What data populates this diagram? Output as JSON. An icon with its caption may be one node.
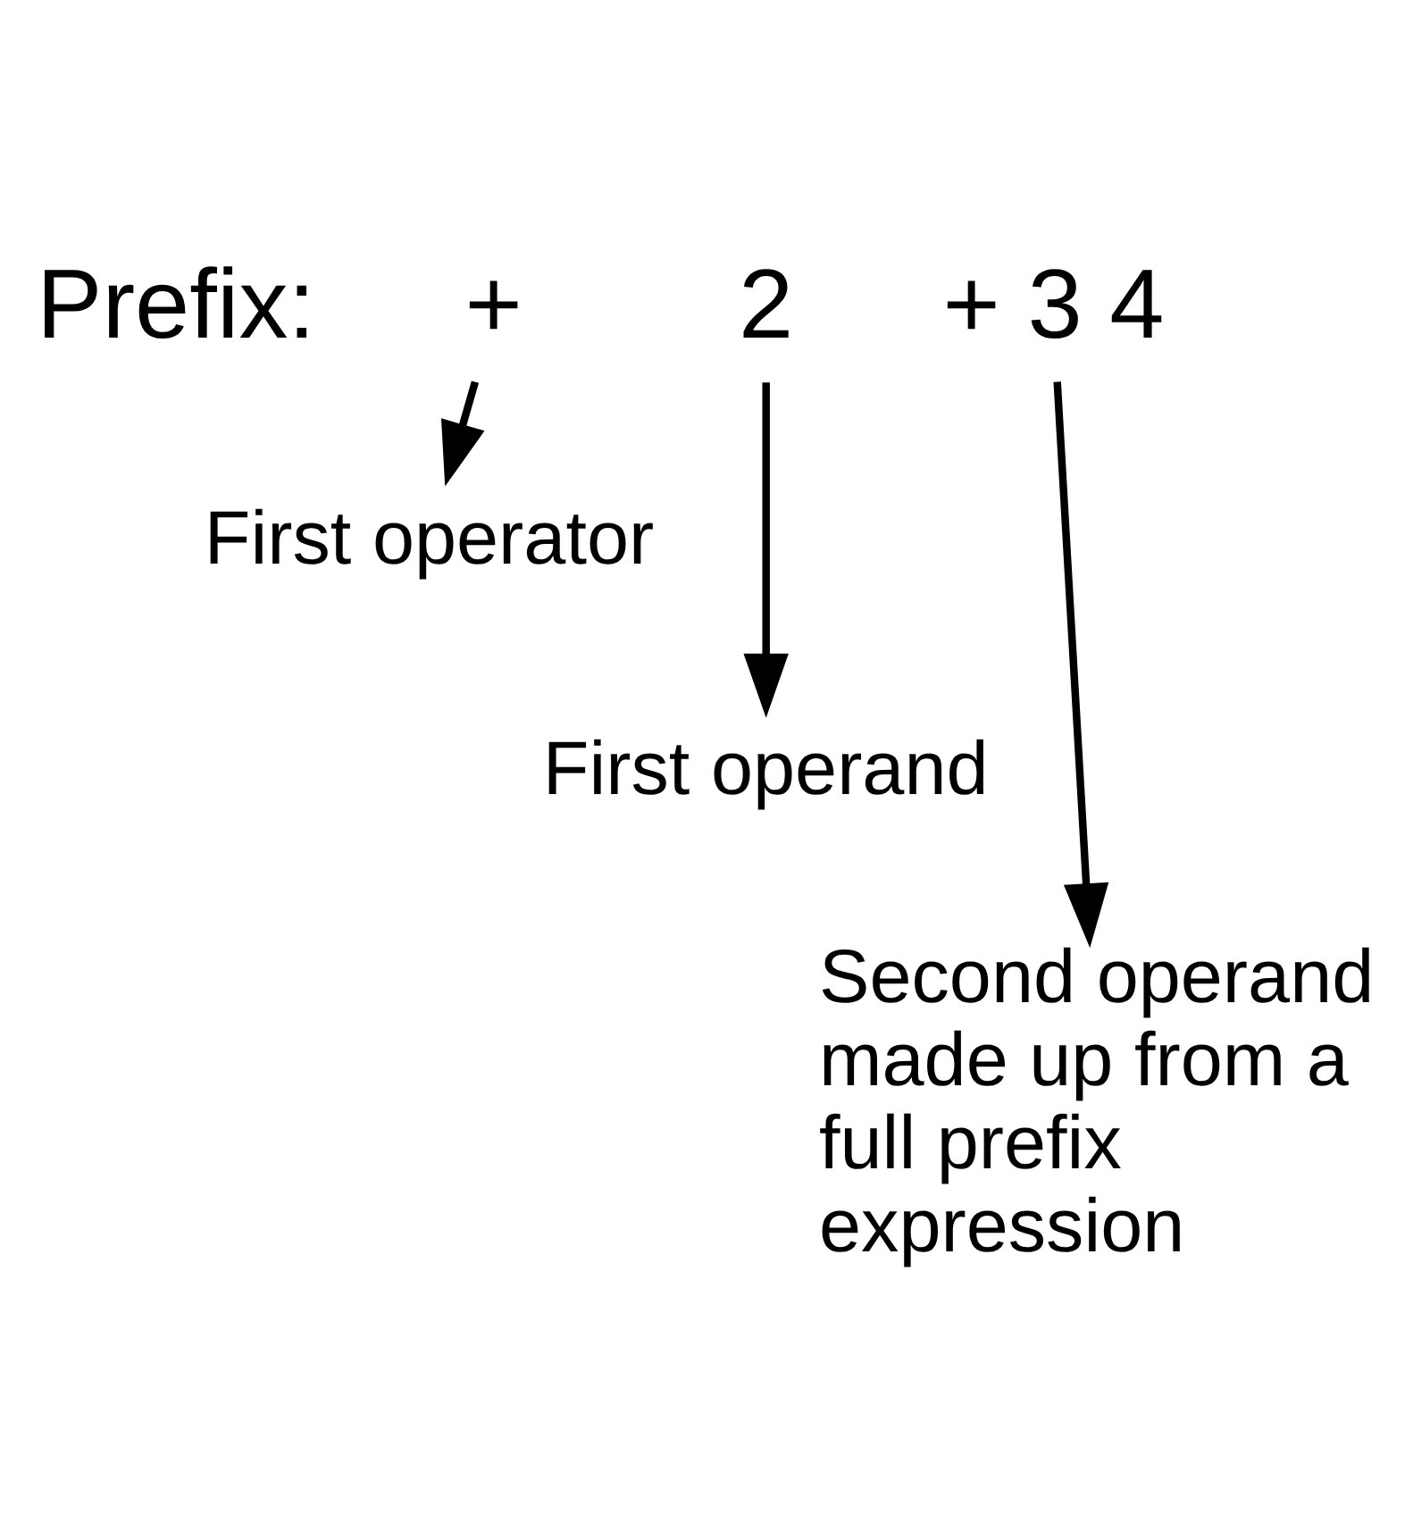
{
  "diagram": {
    "nodes": [
      {
        "text": [
          "+"
        ]
      },
      {
        "text": [
          "2"
        ]
      },
      {
        "text": [
          "+ 3 4"
        ]
      },
      {
        "text": [
          "First operator"
        ]
      },
      {
        "text": [
          "First operand"
        ]
      },
      {
        "text": [
          "Second operand made up from a full prefix expression"
        ]
      }
    ],
    "edges": [
      {
        "from": 0,
        "to": 3,
        "arrow": "to"
      },
      {
        "from": 1,
        "to": 4,
        "arrow": "to"
      },
      {
        "from": 2,
        "to": 5,
        "arrow": "to"
      }
    ],
    "labels": [
      "Prefix:"
    ]
  }
}
